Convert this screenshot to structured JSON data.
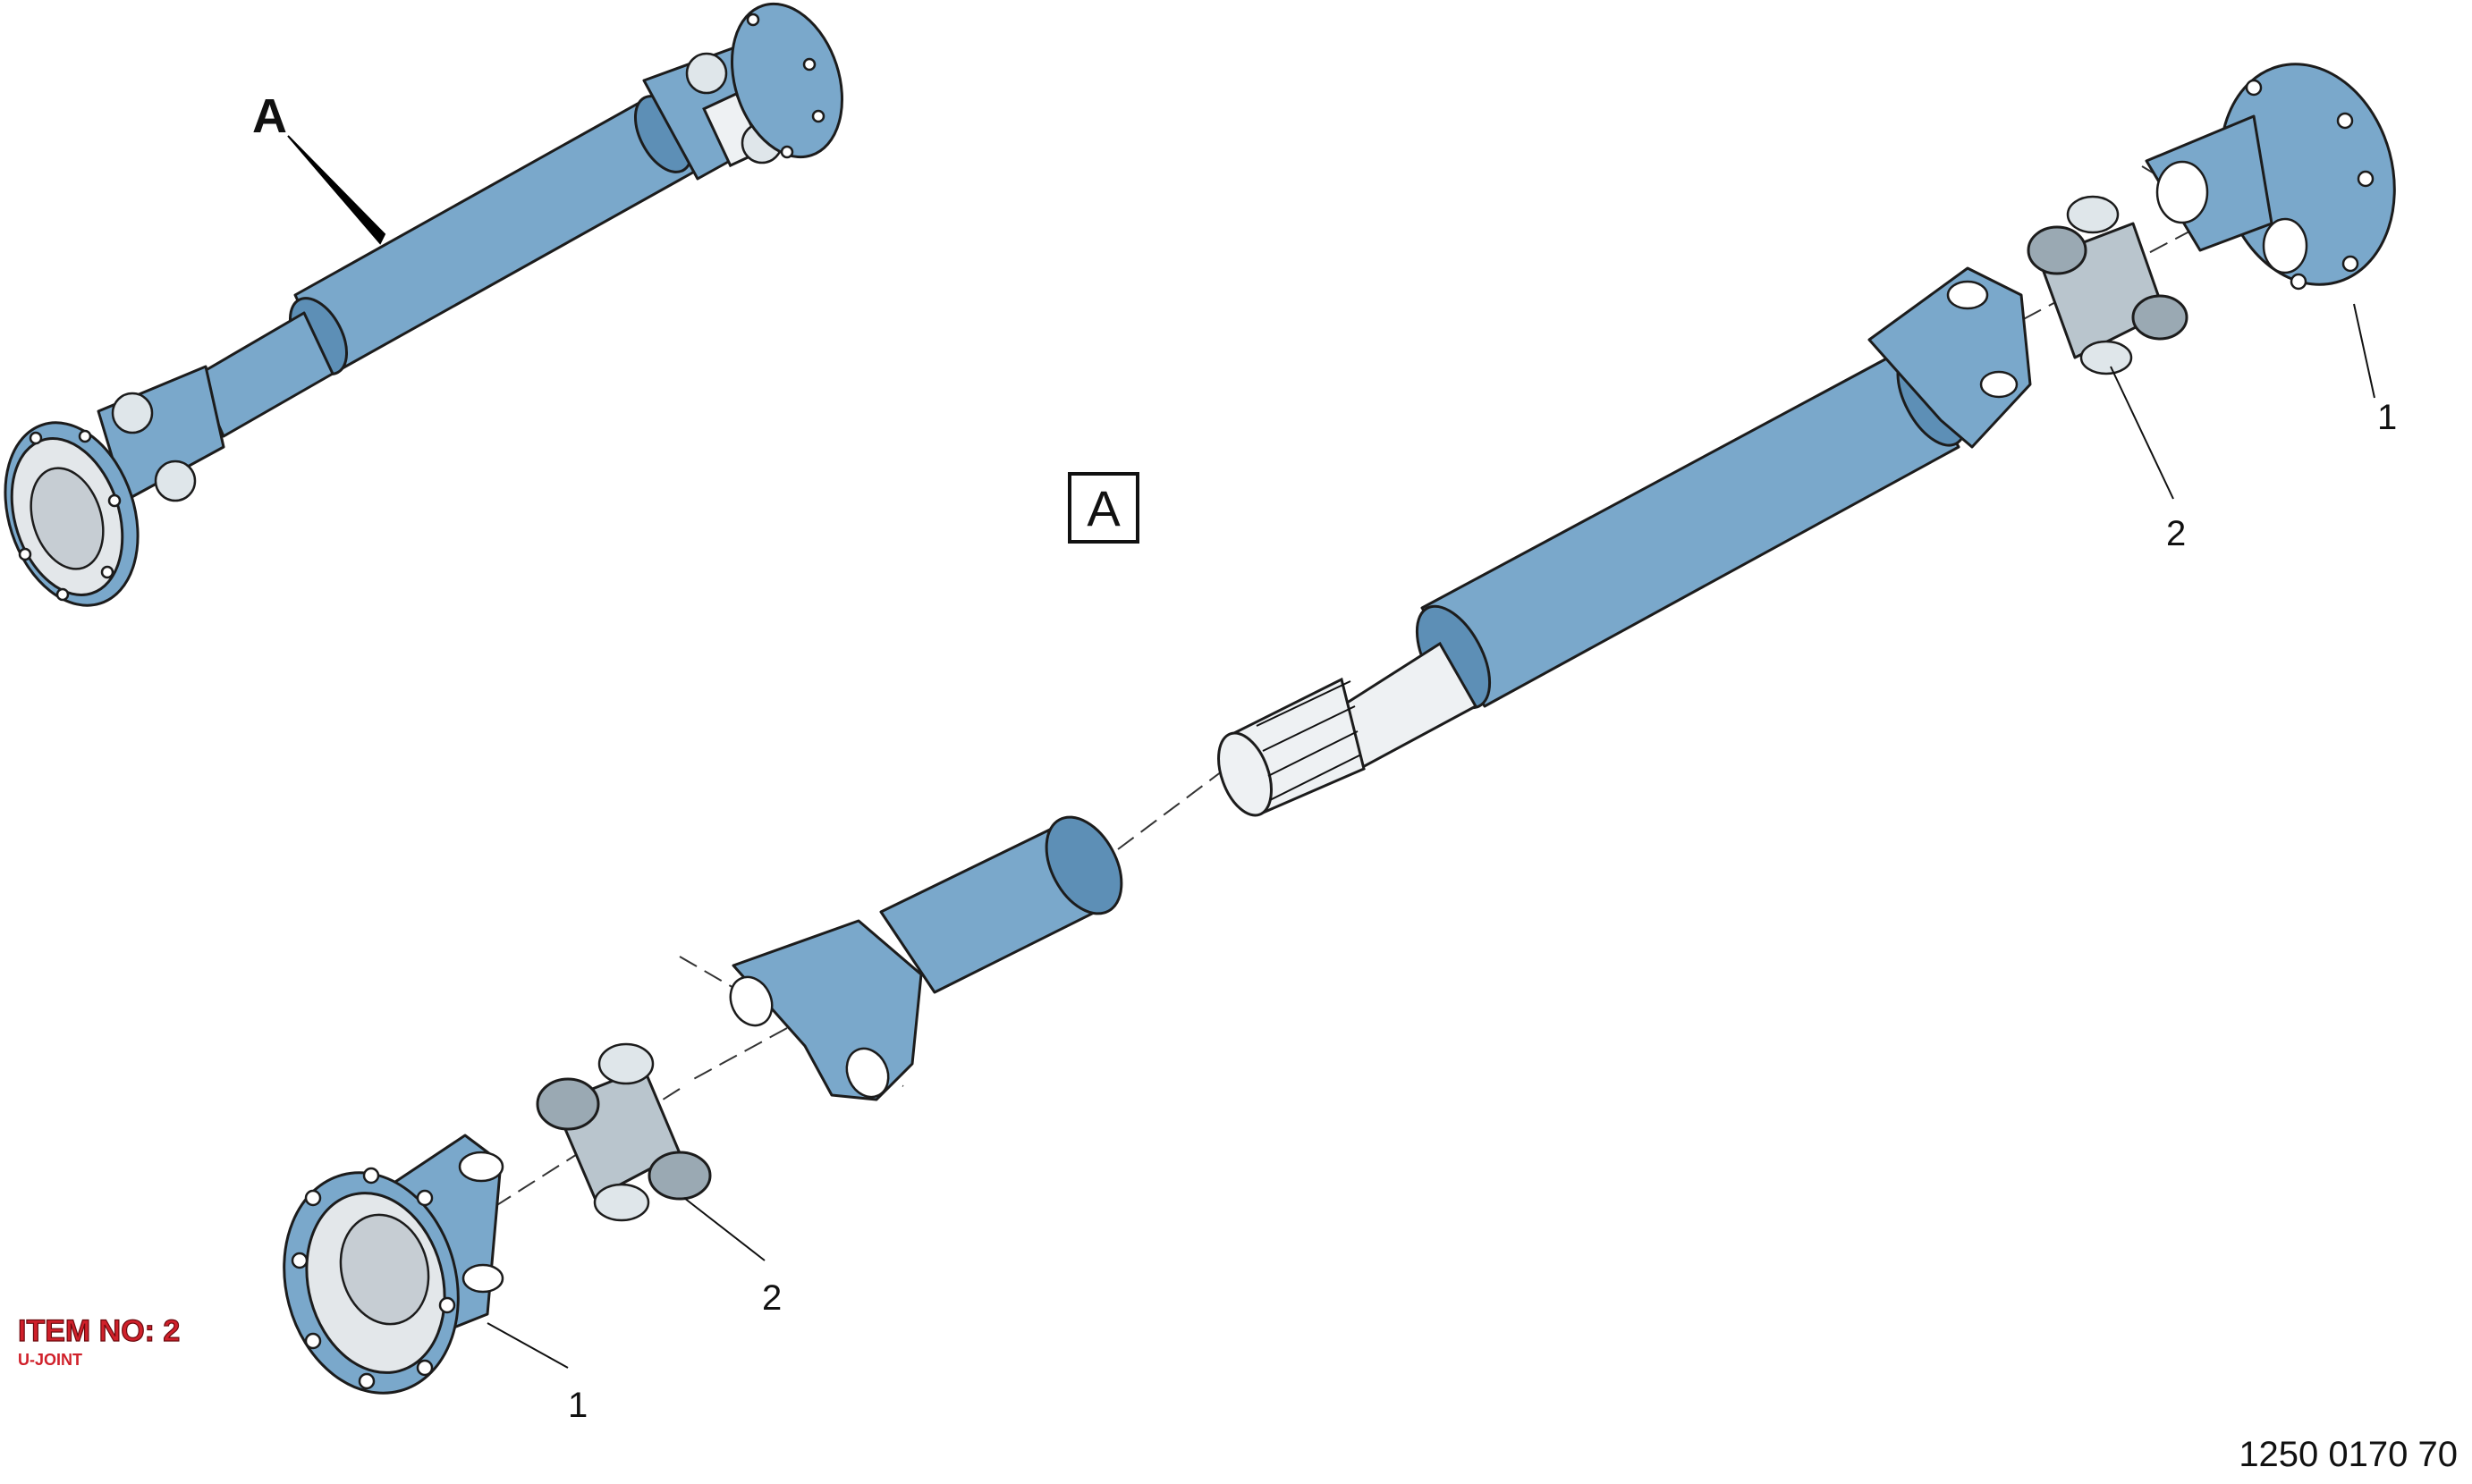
{
  "view": {
    "arrow_letter": "A",
    "box_letter": "A"
  },
  "callouts": {
    "upper_flange_yoke": "1",
    "upper_cross": "2",
    "lower_cross": "2",
    "lower_flange_yoke": "1"
  },
  "item_label": {
    "title": "ITEM NO: 2",
    "subtitle": "U-JOINT"
  },
  "document_number": "1250 0170 70",
  "colors": {
    "steel": "#7aa8cb",
    "cross": "#b9c5cd",
    "item_text": "#d0202a"
  }
}
